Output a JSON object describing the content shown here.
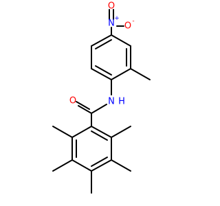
{
  "molecule": {
    "atom_labels": {
      "nitro_n": "N",
      "nitro_n_charge": "+",
      "nitro_o_top": "O",
      "nitro_o_right": "O",
      "nitro_o_right_charge": "-",
      "amide_n": "N",
      "amide_h": "H",
      "carbonyl_o": "O"
    },
    "colors": {
      "bond": "#000000",
      "carbon_label": "#000000",
      "nitrogen": "#0000FF",
      "oxygen": "#FF0000"
    }
  }
}
